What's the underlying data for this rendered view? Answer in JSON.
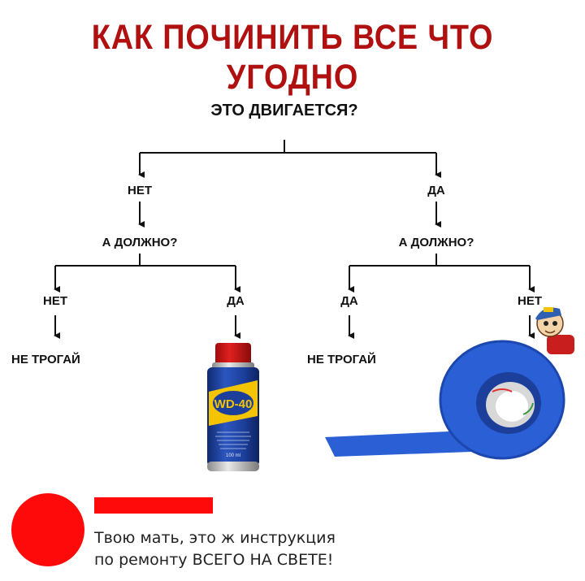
{
  "title": "КАК ПОЧИНИТЬ ВСЕ ЧТО УГОДНО",
  "root": {
    "question": "ЭТО ДВИГАЕТСЯ?"
  },
  "left": {
    "answer": "НЕТ",
    "question": "А ДОЛЖНО?",
    "no": {
      "answer": "НЕТ",
      "result": "НЕ ТРОГАЙ"
    },
    "yes": {
      "answer": "ДА",
      "result_image": "wd-40-can"
    }
  },
  "right": {
    "answer": "ДА",
    "question": "А ДОЛЖНО?",
    "yes": {
      "answer": "ДА",
      "result": "НЕ ТРОГАЙ"
    },
    "no": {
      "answer": "НЕТ",
      "result_image": "blue-duct-tape"
    }
  },
  "wd40": {
    "brand": "WD-40",
    "volume": "100 ml"
  },
  "footer": {
    "line1": "Твою мать, это ж инструкция",
    "line2": "по ремонту ВСЕГО НА СВЕТЕ!"
  },
  "colors": {
    "title": "#b01010",
    "accent": "#ff0a0a",
    "tape": "#2a5fd6",
    "can_blue": "#1d3f9c",
    "can_yellow": "#f5c400"
  }
}
